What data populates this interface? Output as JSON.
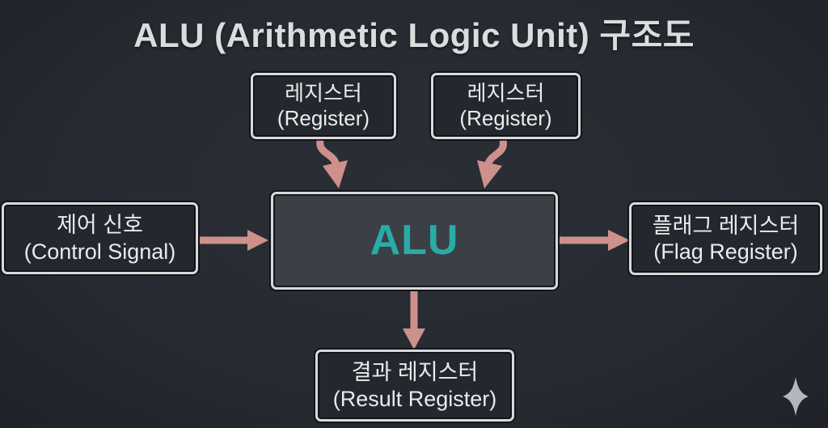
{
  "title": "ALU (Arithmetic Logic Unit) 구조도",
  "colors": {
    "background": "#272b32",
    "box_border": "#d7d9db",
    "box_fill": "#24272d",
    "alu_fill": "#3b3f46",
    "alu_text": "#29aba8",
    "arrow": "#cd908b",
    "text": "#e9ebed",
    "title_text": "#dadcde",
    "sparkle": "#b3b7bc"
  },
  "nodes": {
    "register1": {
      "label_ko": "레지스터",
      "label_en": "(Register)"
    },
    "register2": {
      "label_ko": "레지스터",
      "label_en": "(Register)"
    },
    "control": {
      "label_ko": "제어 신호",
      "label_en": "(Control Signal)"
    },
    "alu": {
      "label": "ALU"
    },
    "flag": {
      "label_ko": "플래그 레지스터",
      "label_en": "(Flag Register)"
    },
    "result": {
      "label_ko": "결과 레지스터",
      "label_en": "(Result Register)"
    }
  },
  "arrows": [
    {
      "from": "register1",
      "to": "alu"
    },
    {
      "from": "register2",
      "to": "alu"
    },
    {
      "from": "control",
      "to": "alu"
    },
    {
      "from": "alu",
      "to": "flag"
    },
    {
      "from": "alu",
      "to": "result"
    }
  ],
  "icons": {
    "sparkle": "four-pointed-star"
  }
}
